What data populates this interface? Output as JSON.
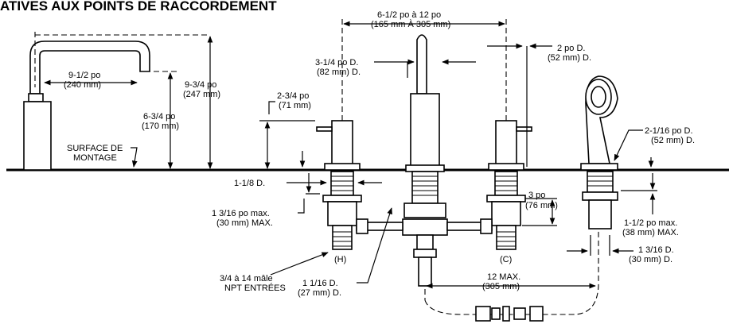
{
  "title": "ATIVES AUX POINTS DE RACCORDEMENT",
  "labels": {
    "spread_top": "6-1/2 po à 12 po",
    "spread_bottom": "(165 mm À 305 mm)",
    "spout_d_top": "3-1/4 po D.",
    "spout_d_bottom": "(82 mm) D.",
    "handle_d_top": "2 po D.",
    "handle_d_bottom": "(52 mm) D.",
    "reach_top": "9-1/2 po",
    "reach_bottom": "(240 mm)",
    "height_total_top": "9-3/4 po",
    "height_total_bottom": "(247 mm)",
    "height_outlet_top": "6-3/4 po",
    "height_outlet_bottom": "(170 mm)",
    "handle_h_top": "2-3/4 po",
    "handle_h_bottom": "(71 mm)",
    "surface_top": "SURFACE DE",
    "surface_bottom": "MONTAGE",
    "shank_d": "1-1/8 D.",
    "shank_max_top": "1 3/16 po max.",
    "shank_max_bottom": "(30 mm) MAX.",
    "body_h_top": "3 po",
    "body_h_bottom": "(76 mm)",
    "spray_d_top": "2-1/16 po D.",
    "spray_d_bottom": "(52 mm) D.",
    "spray_max_top": "1-1/2 po max.",
    "spray_max_bottom": "(38 mm) MAX.",
    "spray_hole_top": "1 3/16 D.",
    "spray_hole_bottom": "(30 mm) D.",
    "hot": "(H)",
    "cold": "(C)",
    "npt_top": "3/4 à 14 mâle",
    "npt_bottom": "NPT ENTRÉES",
    "outlet_top": "1 1/16 D.",
    "outlet_bottom": "(27 mm) D.",
    "hose_top": "12 MAX.",
    "hose_bottom": "(305 mm)"
  }
}
